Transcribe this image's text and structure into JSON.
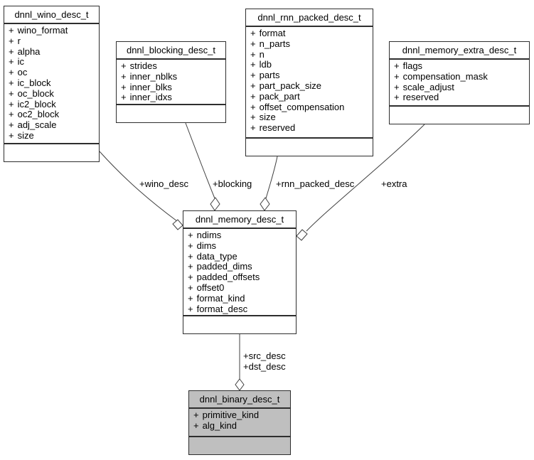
{
  "colors": {
    "background": "#ffffff",
    "node_border": "#2e2e2e",
    "node_fill": "#ffffff",
    "highlight_fill": "#bfbfbf",
    "edge": "#404040",
    "text": "#000000"
  },
  "field_prefix": "+",
  "classes": [
    {
      "title": "dnnl_wino_desc_t",
      "highlighted": false,
      "fields": [
        "wino_format",
        "r",
        "alpha",
        "ic",
        "oc",
        "ic_block",
        "oc_block",
        "ic2_block",
        "oc2_block",
        "adj_scale",
        "size"
      ]
    },
    {
      "title": "dnnl_blocking_desc_t",
      "highlighted": false,
      "fields": [
        "strides",
        "inner_nblks",
        "inner_blks",
        "inner_idxs"
      ]
    },
    {
      "title": "dnnl_rnn_packed_desc_t",
      "highlighted": false,
      "fields": [
        "format",
        "n_parts",
        "n",
        "ldb",
        "parts",
        "part_pack_size",
        "pack_part",
        "offset_compensation",
        "size",
        "reserved"
      ]
    },
    {
      "title": "dnnl_memory_extra_desc_t",
      "highlighted": false,
      "fields": [
        "flags",
        "compensation_mask",
        "scale_adjust",
        "reserved"
      ]
    },
    {
      "title": "dnnl_memory_desc_t",
      "highlighted": false,
      "fields": [
        "ndims",
        "dims",
        "data_type",
        "padded_dims",
        "padded_offsets",
        "offset0",
        "format_kind",
        "format_desc"
      ]
    },
    {
      "title": "dnnl_binary_desc_t",
      "highlighted": true,
      "fields": [
        "primitive_kind",
        "alg_kind"
      ]
    }
  ],
  "edges": [
    {
      "label": "+wino_desc",
      "from": "dnnl_wino_desc_t",
      "to": "dnnl_memory_desc_t",
      "type": "aggregation"
    },
    {
      "label": "+blocking",
      "from": "dnnl_blocking_desc_t",
      "to": "dnnl_memory_desc_t",
      "type": "aggregation"
    },
    {
      "label": "+rnn_packed_desc",
      "from": "dnnl_rnn_packed_desc_t",
      "to": "dnnl_memory_desc_t",
      "type": "aggregation"
    },
    {
      "label": "+extra",
      "from": "dnnl_memory_extra_desc_t",
      "to": "dnnl_memory_desc_t",
      "type": "aggregation"
    },
    {
      "label": "+src_desc",
      "label2": "+dst_desc",
      "from": "dnnl_memory_desc_t",
      "to": "dnnl_binary_desc_t",
      "type": "aggregation"
    }
  ]
}
